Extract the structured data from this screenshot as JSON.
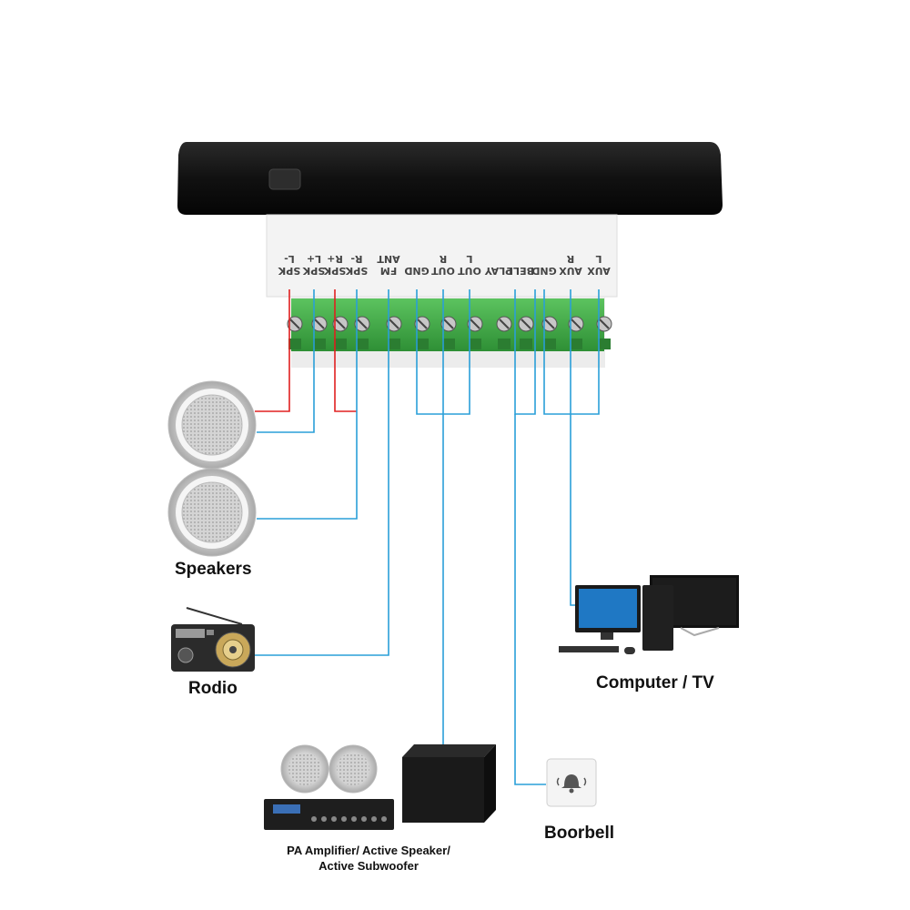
{
  "device": {
    "terminal_labels": [
      "SPK L-",
      "SPK L+",
      "SPK R+",
      "SPK R-",
      "FM ANT",
      "GND",
      "OUT R",
      "OUT L",
      "PLAY",
      "BELL",
      "GND",
      "AUX R",
      "AUX L"
    ],
    "body_color": "#141414",
    "terminal_color": "#3fae45"
  },
  "wires": {
    "signal_color": "#2a9fd8",
    "positive_color": "#e02020"
  },
  "captions": {
    "speakers": "Speakers",
    "radio": "Rodio",
    "computer": "Computer / TV",
    "doorbell": "Boorbell",
    "pa_line1": "PA Amplifier/ Active Speaker/",
    "pa_line2": "Active Subwoofer"
  },
  "icons": [
    "ceiling-speaker-icon",
    "radio-icon",
    "computer-tv-icon",
    "pa-amplifier-icon",
    "subwoofer-icon",
    "doorbell-icon"
  ]
}
